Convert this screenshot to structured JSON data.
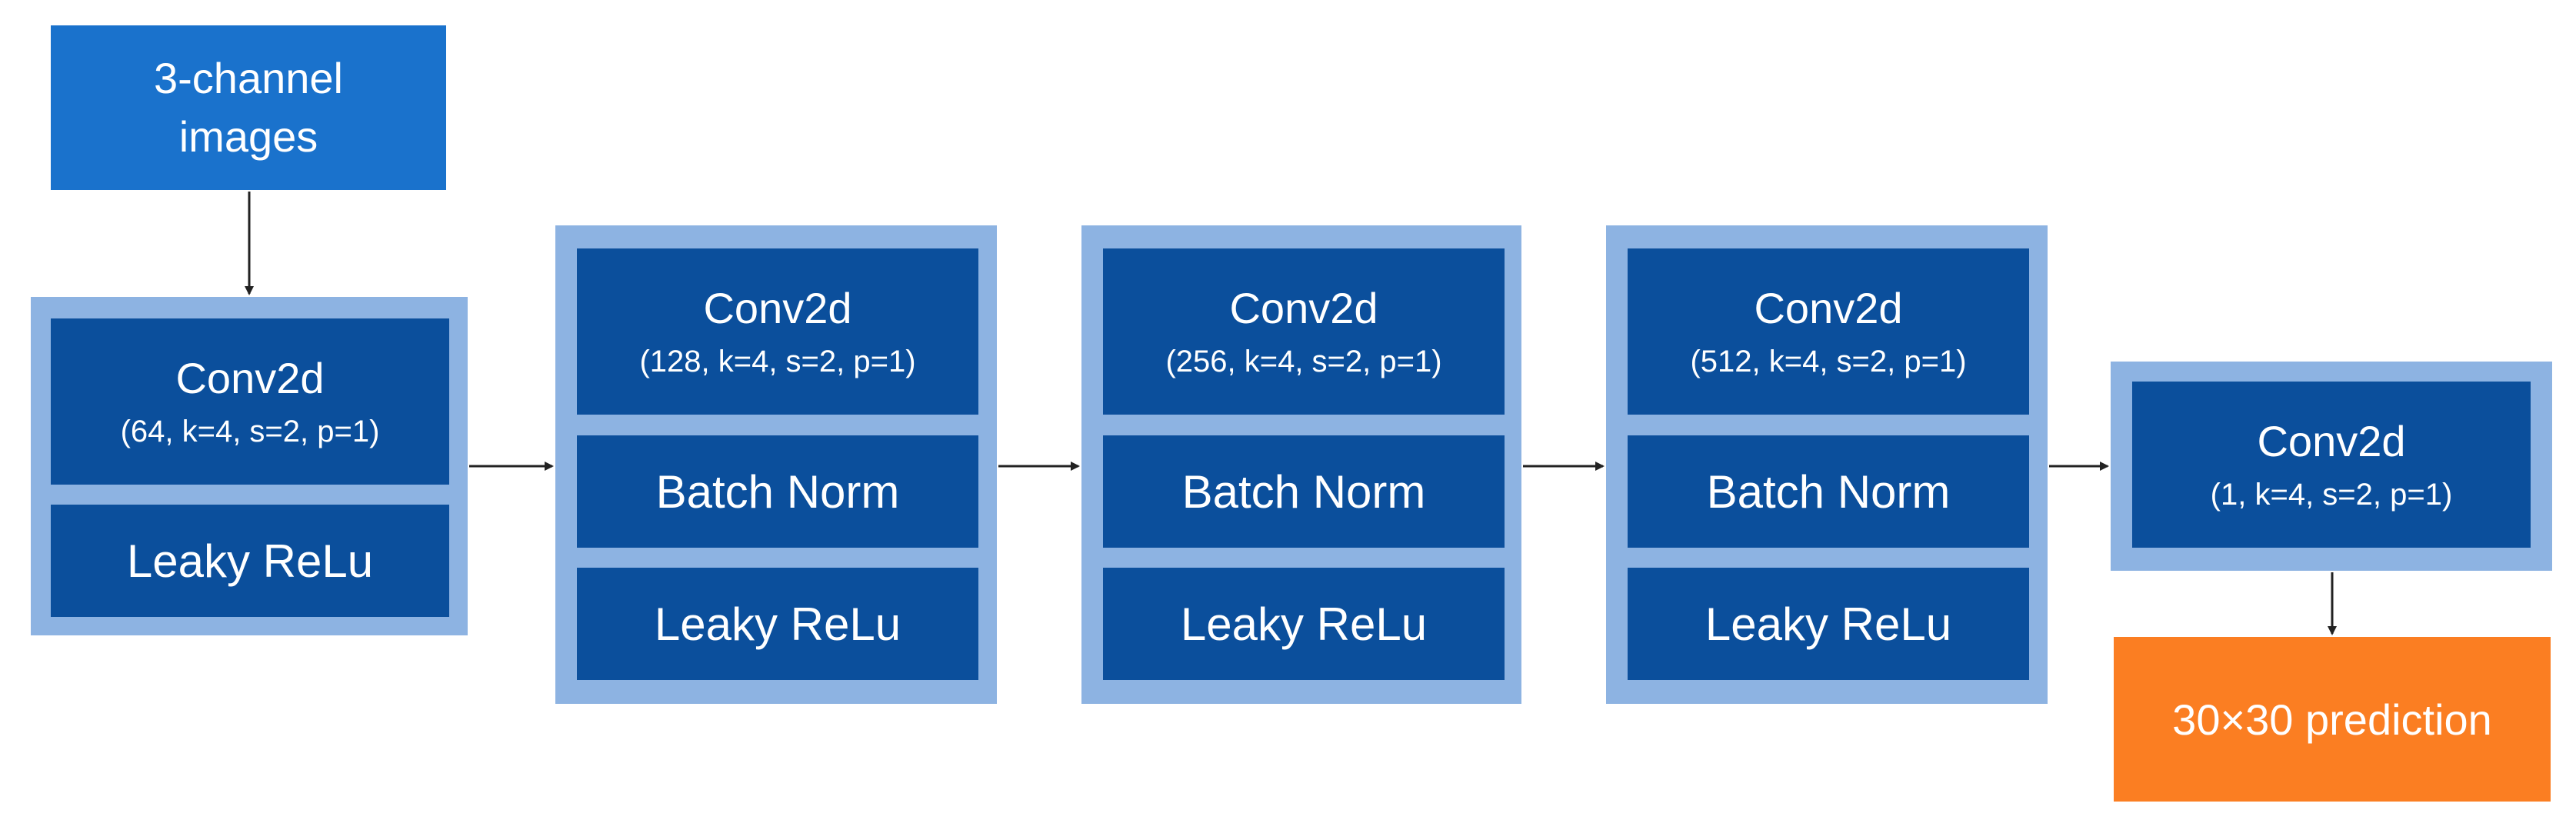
{
  "input": {
    "line1": "3-channel",
    "line2": "images"
  },
  "blocks": [
    {
      "conv_title": "Conv2d",
      "conv_params": "(64, k=4, s=2, p=1)",
      "act": "Leaky ReLu"
    },
    {
      "conv_title": "Conv2d",
      "conv_params": "(128, k=4, s=2, p=1)",
      "norm": "Batch Norm",
      "act": "Leaky ReLu"
    },
    {
      "conv_title": "Conv2d",
      "conv_params": "(256, k=4, s=2, p=1)",
      "norm": "Batch Norm",
      "act": "Leaky ReLu"
    },
    {
      "conv_title": "Conv2d",
      "conv_params": "(512, k=4, s=2, p=1)",
      "norm": "Batch Norm",
      "act": "Leaky ReLu"
    },
    {
      "conv_title": "Conv2d",
      "conv_params": "(1, k=4, s=2, p=1)"
    }
  ],
  "output": {
    "label": "30×30 prediction"
  },
  "colors": {
    "input_fill": "#1a72cc",
    "block_outer": "#8db3e2",
    "block_inner": "#0b4f9c",
    "output_fill": "#fb7e22",
    "arrow": "#222222"
  }
}
